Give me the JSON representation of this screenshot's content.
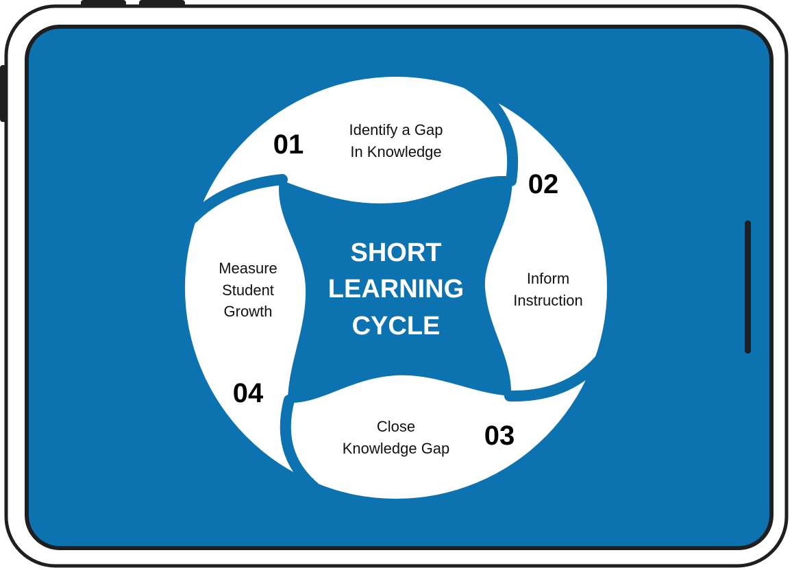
{
  "colors": {
    "screen": "#0d72b0",
    "frame": "#1f1f1f",
    "segment": "#ffffff"
  },
  "title": [
    "SHORT",
    "LEARNING",
    "CYCLE"
  ],
  "steps": [
    {
      "number": "01",
      "lines": [
        "Identify a Gap",
        "In Knowledge"
      ]
    },
    {
      "number": "02",
      "lines": [
        "Inform",
        "Instruction"
      ]
    },
    {
      "number": "03",
      "lines": [
        "Close",
        "Knowledge Gap"
      ]
    },
    {
      "number": "04",
      "lines": [
        "Measure",
        "Student",
        "Growth"
      ]
    }
  ]
}
